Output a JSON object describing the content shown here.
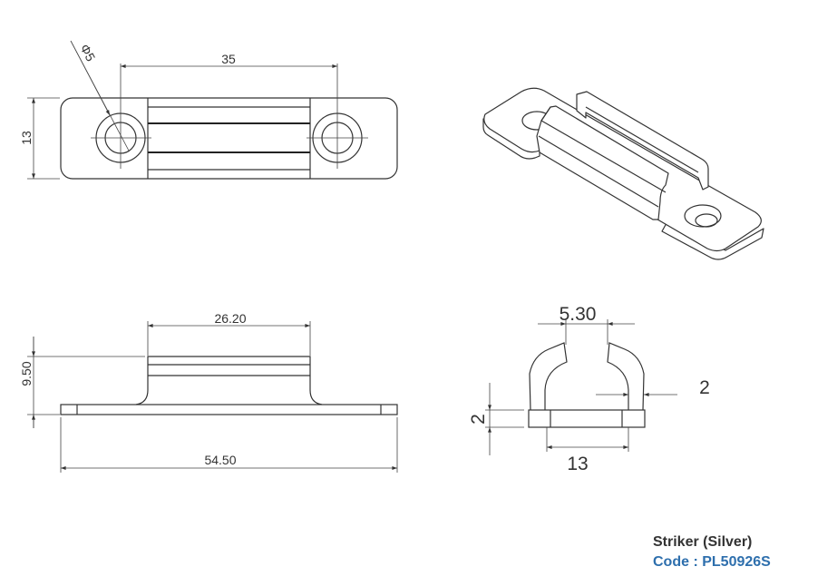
{
  "drawing": {
    "top_view": {
      "hole_diameter": "Φ5",
      "hole_spacing": "35",
      "width": "13"
    },
    "side_view": {
      "block_length": "26.20",
      "height": "9.50",
      "overall_length": "54.50"
    },
    "end_view": {
      "slot_width": "5.30",
      "wall_thickness": "2",
      "base_thickness": "2",
      "inner_width": "13"
    }
  },
  "caption": {
    "title": "Striker (Silver)",
    "code": "Code : PL50926S",
    "code_color": "#2e6fad"
  }
}
